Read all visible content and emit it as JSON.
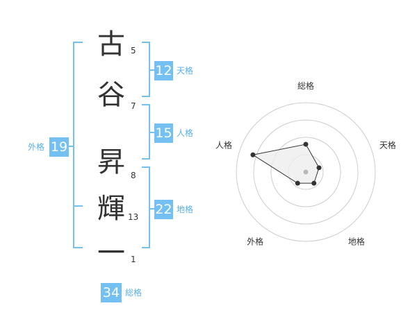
{
  "name": {
    "chars": [
      {
        "char": "古",
        "strokes": "5"
      },
      {
        "char": "谷",
        "strokes": "7"
      },
      {
        "char": "昇",
        "strokes": "8"
      },
      {
        "char": "輝",
        "strokes": "13"
      },
      {
        "char": "一",
        "strokes": "1"
      }
    ]
  },
  "kaku": {
    "tenkaku": {
      "value": "12",
      "label": "天格"
    },
    "jinkaku": {
      "value": "15",
      "label": "人格"
    },
    "chikaku": {
      "value": "22",
      "label": "地格"
    },
    "gaikaku": {
      "value": "19",
      "label": "外格"
    },
    "soukaku": {
      "value": "34",
      "label": "総格"
    }
  },
  "chart_data": {
    "type": "radar",
    "axes": [
      "総格",
      "天格",
      "地格",
      "外格",
      "人格"
    ],
    "values": [
      0.4,
      0.2,
      0.2,
      0.2,
      0.8
    ],
    "rings": 4,
    "colors": {
      "grid": "#cccccc",
      "fill": "#eeeeee",
      "line": "#333333",
      "point": "#333333",
      "center": "#bbbbbb"
    }
  },
  "colors": {
    "accent": "#74c0f2",
    "accent_text": "#59b0e8",
    "text": "#333333"
  }
}
